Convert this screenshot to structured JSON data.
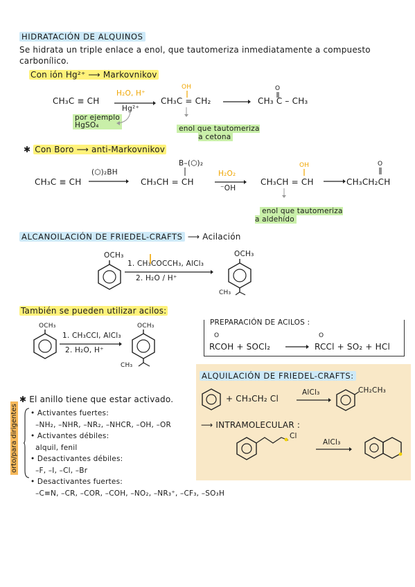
{
  "hidratacion": {
    "title": "HIDRATACIÓN DE ALQUINOS",
    "intro_line1": "Se hidrata un triple enlace a enol, que tautomeriza inmediatamente a compuesto",
    "intro_line2": "carbonílico.",
    "bullet1": "Con ión Hg²⁺ ⟶ Markovnikov",
    "r1_reactant": "CH₃C ≡ CH",
    "r1_reagent_top": "H₂O, H⁺",
    "r1_reagent_bottom": "Hg²⁺",
    "r1_enol_oh": "OH",
    "r1_enol": "CH₃C = CH₂",
    "r1_product_o": "O",
    "r1_product": "CH₃ C – CH₃",
    "r1_note": "por ejemplo\nHgSO₄",
    "r1_enol_note": "enol que tautomeriza\na cetona",
    "bullet2": "Con Boro ⟶ anti-Markovnikov",
    "r2_reactant": "CH₃C ≡ CH",
    "r2_reagent": "(⬡)₂BH",
    "r2_borane": "B–(⬡)₂",
    "r2_intermediate": "CH₃CH = CH",
    "r2_oxid_top": "H₂O₂",
    "r2_oxid_bottom": "⁻OH",
    "r2_enol_oh": "OH",
    "r2_enol": "CH₃CH = CH",
    "r2_product_o": "O",
    "r2_product": "CH₃CH₂CH",
    "r2_enol_note": "enol que tautomeriza\na aldehído"
  },
  "friedel_acil": {
    "title": "ALCANOILACIÓN DE FRIEDEL-CRAFTS",
    "arrow_label": "⟶ Acilación",
    "substituent": "OCH₃",
    "reagent_1": "1. CH₃COCCH₃, AlCl₃",
    "reagent_2": "2. H₂O / H⁺",
    "product_sub": "OCH₃",
    "product_acyl": "CH₃"
  },
  "acilos": {
    "title": "También se pueden utilizar acilos:",
    "substituent": "OCH₃",
    "reagent_1": "1. CH₃CCl, AlCl₃",
    "reagent_2": "2. H₂O, H⁺",
    "product_sub": "OCH₃",
    "product_acyl": "CH₃"
  },
  "preparacion": {
    "title": "PREPARACIÓN DE ACILOS :",
    "equation_left": "RCOH + SOCl₂",
    "equation_right": "RCCl + SO₂ + HCl"
  },
  "alquilacion": {
    "title": "ALQUILACIÓN DE FRIEDEL-CRAFTS:",
    "reaction_reagent": "+ CH₃CH₂ Cl",
    "reaction_catalyst": "AlCl₃",
    "product_sub": "CH₂CH₃",
    "intra_title": "⟶ INTRAMOLECULAR :",
    "intra_cl": "Cl",
    "intra_catalyst": "AlCl₃"
  },
  "activacion": {
    "title": "✱ El anillo tiene que estar activado.",
    "side_label": "orto/para dirigentes",
    "items": [
      "• Activantes fuertes:",
      "  –NH₂, –NHR, –NR₂, –NHCR, –OH, –OR",
      "• Activantes débiles:",
      "  alquil, fenil",
      "• Desactivantes débiles:",
      "  –F, –I, –Cl, –Br",
      "• Desactivantes fuertes:",
      "  –C≡N, –CR, –COR, –COH, –NO₂, –NR₃⁺, –CF₃, –SO₃H"
    ]
  },
  "colors": {
    "highlight_blue": "#cde9f8",
    "highlight_yellow": "#fff27a",
    "highlight_green": "#c9efa9",
    "panel_beige": "#f9e8c7",
    "orange_accent": "#f0a500",
    "side_label_orange": "#f6b95b"
  }
}
